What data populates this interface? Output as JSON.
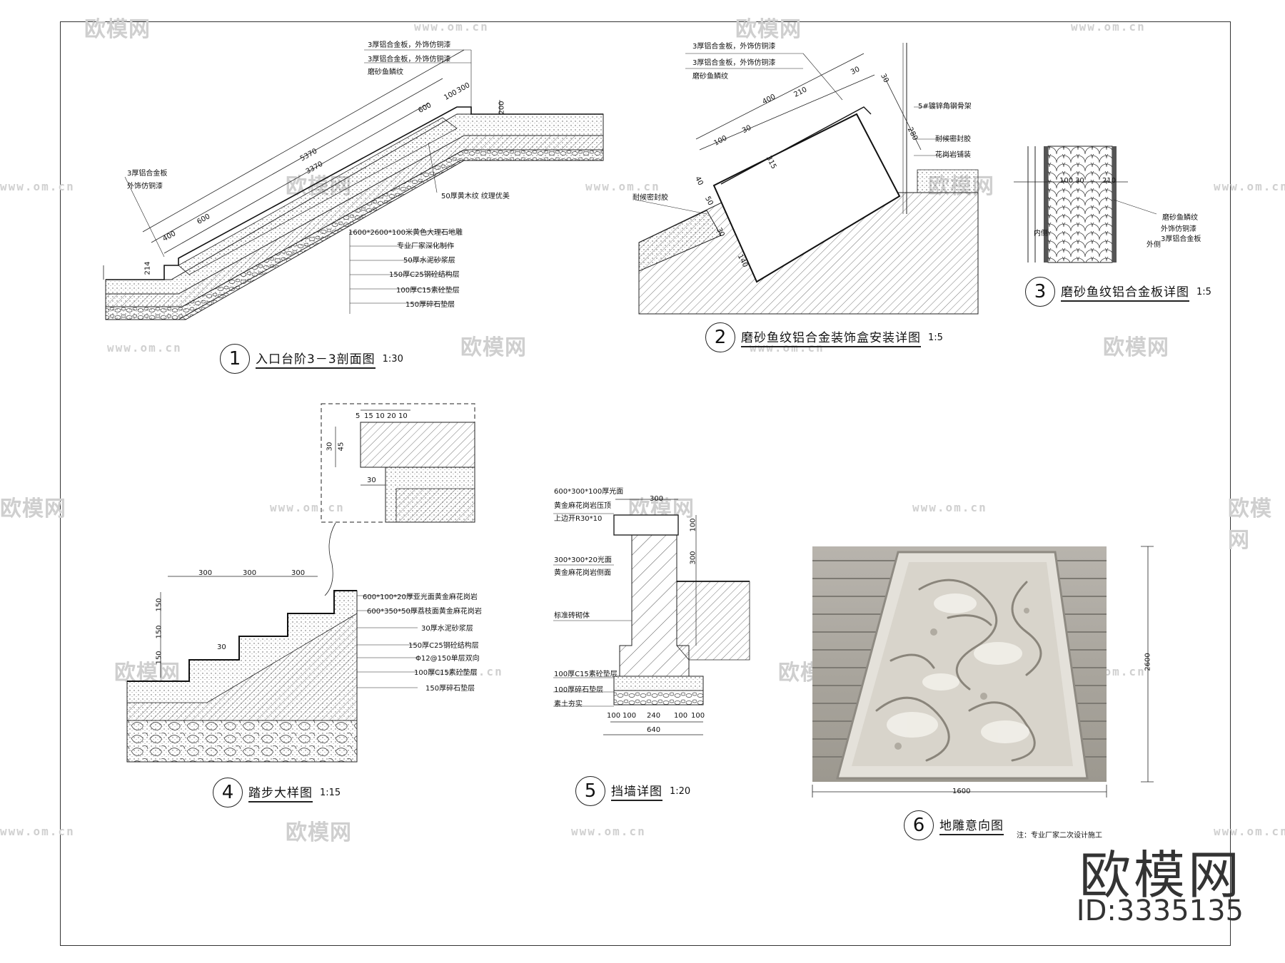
{
  "watermark": {
    "brand": "欧模网",
    "url": "www.om.cn"
  },
  "branding": {
    "name": "欧模网",
    "id": "ID:3335135"
  },
  "views": [
    {
      "num": "1",
      "name": "入口台阶3－3剖面图",
      "scale": "1:30"
    },
    {
      "num": "2",
      "name": "磨砂鱼纹铝合金装饰盒安装详图",
      "scale": "1:5"
    },
    {
      "num": "3",
      "name": "磨砂鱼纹铝合金板详图",
      "scale": "1:5"
    },
    {
      "num": "4",
      "name": "踏步大样图",
      "scale": "1:15"
    },
    {
      "num": "5",
      "name": "挡墙详图",
      "scale": "1:20"
    },
    {
      "num": "6",
      "name": "地雕意向图",
      "scale": ""
    }
  ],
  "note": "注：专业厂家二次设计施工",
  "detail1": {
    "top_notes": [
      "3厚铝合金板，外饰仿铜漆",
      "3厚铝合金板，外饰仿铜漆",
      "磨砂鱼鳞纹"
    ],
    "left_note": [
      "3厚铝合金板",
      "外饰仿铜漆"
    ],
    "right_note": "50厚黄木纹 纹理优美",
    "layers": [
      "1600*2600*100米黄色大理石地雕",
      "专业厂家深化制作",
      "50厚水泥砂浆层",
      "150厚C25钢砼结构层",
      "100厚C15素砼垫层",
      "150厚碎石垫层"
    ],
    "dims": [
      "5370",
      "3370",
      "600",
      "600",
      "400",
      "100",
      "300",
      "200",
      "214"
    ]
  },
  "detail2": {
    "top_notes": [
      "3厚铝合金板，外饰仿铜漆",
      "3厚铝合金板，外饰仿铜漆",
      "磨砂鱼鳞纹"
    ],
    "right_notes": [
      "5#镀锌角钢骨架",
      "耐候密封胶",
      "花岗岩铺装"
    ],
    "left_note": "耐候密封胶",
    "dims": [
      "400",
      "210",
      "30",
      "100",
      "30",
      "315",
      "40",
      "50",
      "140",
      "280",
      "30",
      "30"
    ]
  },
  "detail3": {
    "labels": [
      "磨砂鱼鳞纹",
      "3厚铝合金板",
      "外饰仿铜漆",
      "内侧",
      "外侧"
    ],
    "dims": [
      "100",
      "30",
      "210"
    ]
  },
  "detail4": {
    "layers": [
      "600*100*20厚亚光面黄金麻花岗岩",
      "600*350*50厚荔枝面黄金麻花岗岩",
      "30厚水泥砂浆层",
      "150厚C25钢砼结构层",
      "Φ12@150单层双向",
      "100厚C15素砼垫层",
      "150厚碎石垫层"
    ],
    "dims": [
      "300",
      "300",
      "300",
      "150",
      "150",
      "150",
      "30",
      "5",
      "15",
      "10",
      "20",
      "10",
      "30",
      "45",
      "30"
    ]
  },
  "detail5": {
    "labels": [
      "600*300*100厚光面",
      "黄金麻花岗岩压顶",
      "上边开R30*10",
      "300*300*20光面",
      "黄金麻花岗岩侧面",
      "标准砖砌体",
      "100厚C15素砼垫层",
      "100厚碎石垫层",
      "素土夯实"
    ],
    "dims": [
      "300",
      "100",
      "300",
      "100",
      "100",
      "240",
      "100",
      "100",
      "640"
    ]
  },
  "detail6": {
    "dims": [
      "1600",
      "2600"
    ]
  }
}
